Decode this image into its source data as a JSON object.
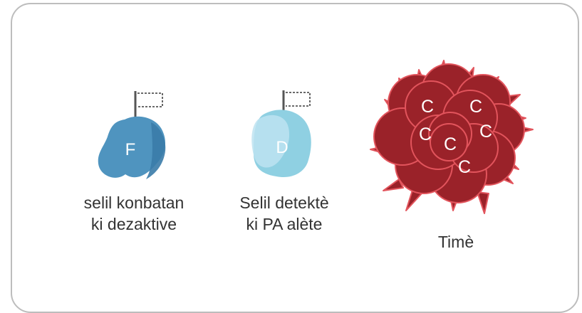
{
  "colors": {
    "frame_border": "#bdbdbd",
    "fighter_cell": "#4f94bf",
    "detector_cell": "#8fd0e2",
    "tumor_fill": "#9a2229",
    "tumor_outline": "#e2545c",
    "flag": "#555555"
  },
  "icons": {
    "fighter": "deactivated-fighter-cell-icon",
    "detector": "detector-cell-icon",
    "tumor": "tumor-icon",
    "flag": "flag-icon"
  },
  "cells": {
    "fighter": {
      "letter": "F",
      "line1": "selil konbatan",
      "line2": "ki dezaktive"
    },
    "detector": {
      "letter": "D",
      "line1": "Selil detektè",
      "line2": "ki PA alète"
    },
    "tumor": {
      "letter": "C",
      "label": "Timè"
    }
  }
}
